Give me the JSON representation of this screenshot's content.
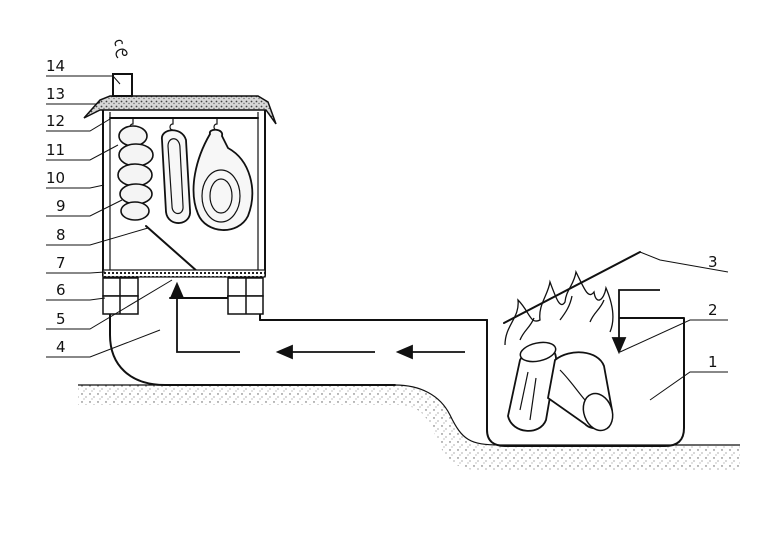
{
  "diagram": {
    "labels": [
      "14",
      "13",
      "12",
      "11",
      "10",
      "9",
      "8",
      "7",
      "6",
      "5",
      "4",
      "3",
      "2",
      "1"
    ]
  }
}
